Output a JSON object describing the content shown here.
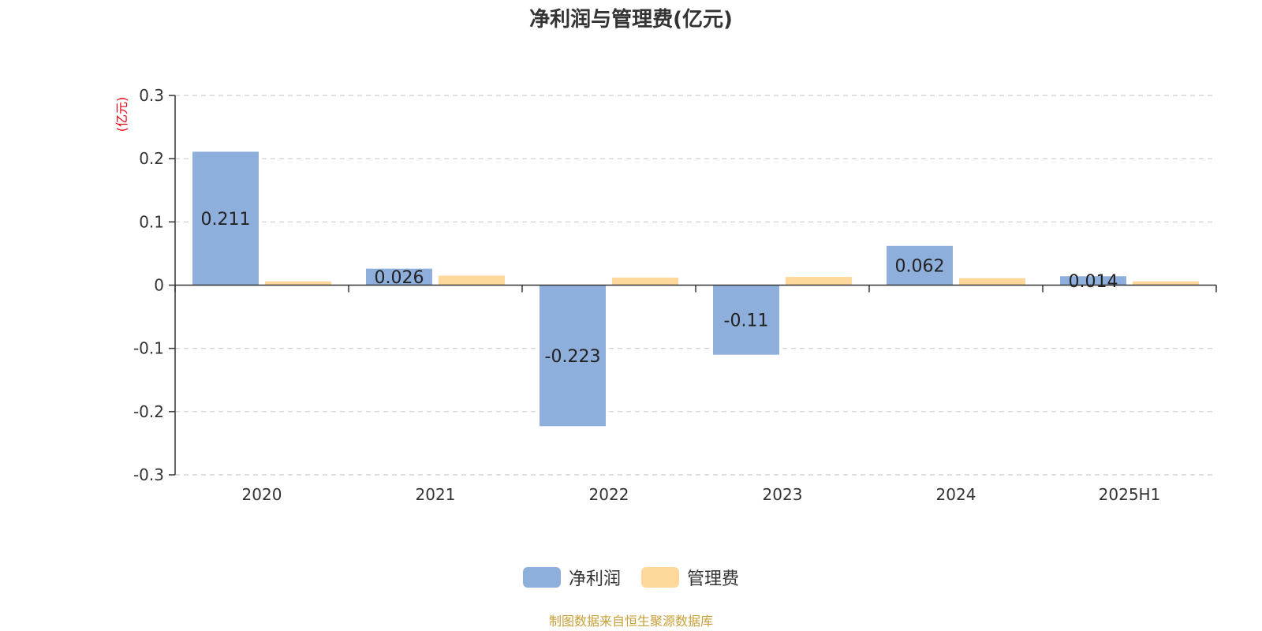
{
  "chart_data": {
    "type": "bar",
    "title": "净利润与管理费(亿元)",
    "unit": "(亿元)",
    "categories": [
      "2020",
      "2021",
      "2022",
      "2023",
      "2024",
      "2025H1"
    ],
    "series": [
      {
        "name": "净利润",
        "color": "#8eaedb",
        "values": [
          0.211,
          0.026,
          -0.223,
          -0.11,
          0.062,
          0.014
        ],
        "labels": [
          "0.211",
          "0.026",
          "-0.223",
          "-0.11",
          "0.062",
          "0.014"
        ]
      },
      {
        "name": "管理费",
        "color": "#fdd89a",
        "values": [
          0.006,
          0.015,
          0.012,
          0.013,
          0.011,
          0.006
        ]
      }
    ],
    "ylim": [
      -0.3,
      0.3
    ],
    "yticks": [
      0.3,
      0.2,
      0.1,
      0,
      -0.1,
      -0.2,
      -0.3
    ],
    "ytick_labels": [
      "0.3",
      "0.2",
      "0.1",
      "0",
      "-0.1",
      "-0.2",
      "-0.3"
    ],
    "grid": true,
    "legend_position": "bottom-center"
  },
  "footer": {
    "source": "制图数据来自恒生聚源数据库"
  }
}
